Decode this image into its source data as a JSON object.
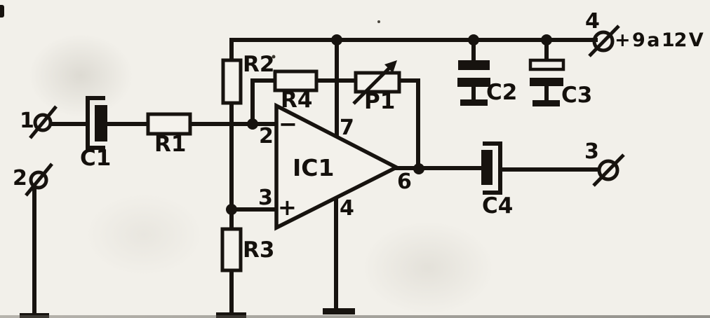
{
  "components": {
    "c1": "C1",
    "r1": "R1",
    "r2": "R2",
    "r3": "R3",
    "r4": "R4",
    "p1": "P1",
    "c2": "C2",
    "c3": "C3",
    "c4": "C4"
  },
  "ic": {
    "label": "IC1",
    "minus_input_sign": "−",
    "plus_input_sign": "+",
    "pin_inverting": "2",
    "pin_noninverting": "3",
    "pin_output": "6",
    "pin_positive_supply": "7",
    "pin_negative_supply": "4"
  },
  "terminals": {
    "t1": "1",
    "t2": "2",
    "t3": "3",
    "t4": "4"
  },
  "supply": {
    "label": "+ 9 a 12 V"
  },
  "colors": {
    "ink": "#17130f",
    "paper": "#f2f0ea"
  }
}
